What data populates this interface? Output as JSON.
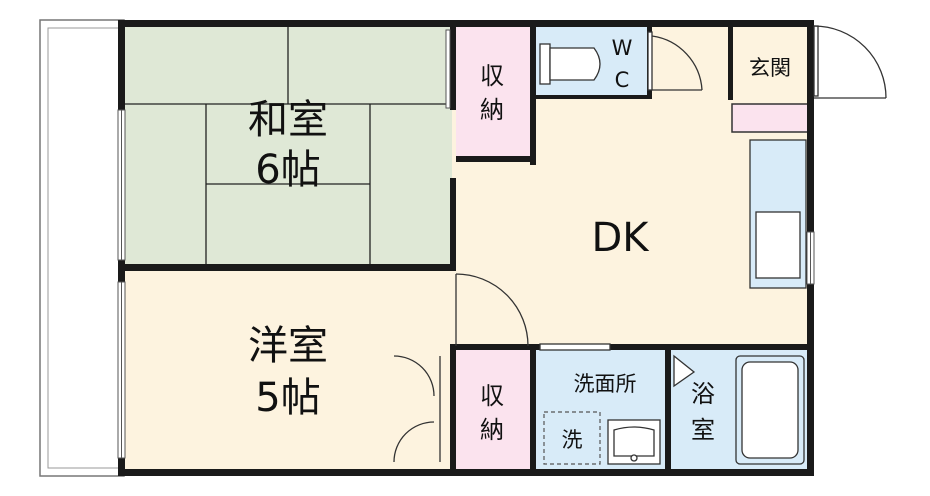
{
  "rooms": {
    "washitsu": {
      "name": "和室",
      "size": "6帖"
    },
    "youshitsu": {
      "name": "洋室",
      "size": "5帖"
    },
    "dk": {
      "name": "DK"
    },
    "shuno_upper": {
      "line1": "収",
      "line2": "納"
    },
    "shuno_lower": {
      "line1": "収",
      "line2": "納"
    },
    "wc": {
      "line1": "W",
      "line2": "C"
    },
    "genkan": {
      "name": "玄関"
    },
    "senmenjo": {
      "name": "洗面所"
    },
    "washer": {
      "name": "洗"
    },
    "yokushitsu": {
      "line1": "浴",
      "line2": "室"
    }
  },
  "colors": {
    "wall": "#1a1a1a",
    "tatami": "#dfe8d6",
    "wood_floor": "#fdf3df",
    "storage": "#fbe3ee",
    "water": "#d8ebf8",
    "balcony": "#ffffff"
  }
}
